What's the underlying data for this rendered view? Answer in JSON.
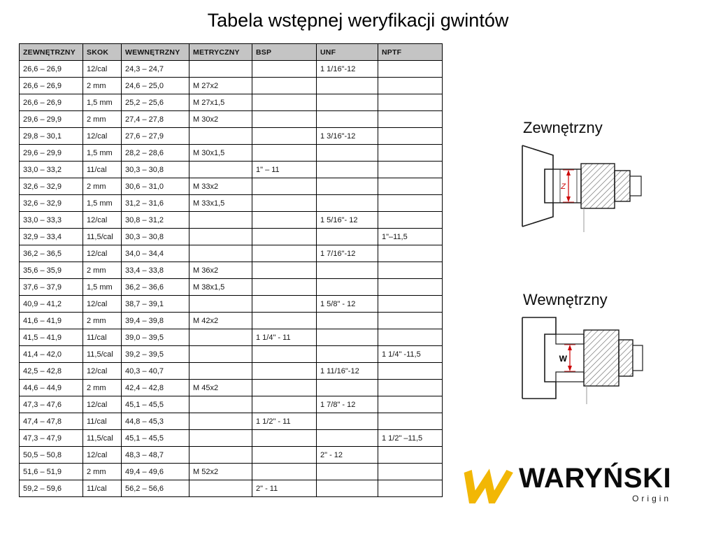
{
  "title": "Tabela wstępnej weryfikacji gwintów",
  "table": {
    "headers": [
      "ZEWNĘTRZNY",
      "SKOK",
      "WEWNĘTRZNY",
      "METRYCZNY",
      "BSP",
      "UNF",
      "NPTF"
    ],
    "rows": [
      [
        "26,6 – 26,9",
        "12/cal",
        "24,3 – 24,7",
        "",
        "",
        "1 1/16\"-12",
        ""
      ],
      [
        "26,6 – 26,9",
        "2 mm",
        "24,6 – 25,0",
        "M 27x2",
        "",
        "",
        ""
      ],
      [
        "26,6 – 26,9",
        "1,5 mm",
        "25,2 – 25,6",
        "M 27x1,5",
        "",
        "",
        ""
      ],
      [
        "29,6 – 29,9",
        "2 mm",
        "27,4 – 27,8",
        "M 30x2",
        "",
        "",
        ""
      ],
      [
        "29,8 – 30,1",
        "12/cal",
        "27,6 – 27,9",
        "",
        "",
        "1 3/16\"-12",
        ""
      ],
      [
        "29,6 – 29,9",
        "1,5 mm",
        "28,2 – 28,6",
        "M 30x1,5",
        "",
        "",
        ""
      ],
      [
        "33,0 – 33,2",
        "11/cal",
        "30,3 – 30,8",
        "",
        "1\" – 11",
        "",
        ""
      ],
      [
        "32,6 – 32,9",
        "2 mm",
        "30,6 – 31,0",
        "M 33x2",
        "",
        "",
        ""
      ],
      [
        "32,6 – 32,9",
        "1,5 mm",
        "31,2 – 31,6",
        "M 33x1,5",
        "",
        "",
        ""
      ],
      [
        "33,0 – 33,3",
        "12/cal",
        "30,8 – 31,2",
        "",
        "",
        "1 5/16\"- 12",
        ""
      ],
      [
        "32,9 – 33,4",
        "11,5/cal",
        "30,3 – 30,8",
        "",
        "",
        "",
        "1\"–11,5"
      ],
      [
        "36,2 – 36,5",
        "12/cal",
        "34,0 – 34,4",
        "",
        "",
        "1 7/16\"-12",
        ""
      ],
      [
        "35,6 – 35,9",
        "2 mm",
        "33,4 – 33,8",
        "M 36x2",
        "",
        "",
        ""
      ],
      [
        "37,6 – 37,9",
        "1,5 mm",
        "36,2 – 36,6",
        "M 38x1,5",
        "",
        "",
        ""
      ],
      [
        "40,9 – 41,2",
        "12/cal",
        "38,7 – 39,1",
        "",
        "",
        "1 5/8\" - 12",
        ""
      ],
      [
        "41,6 – 41,9",
        "2 mm",
        "39,4 – 39,8",
        "M 42x2",
        "",
        "",
        ""
      ],
      [
        "41,5 – 41,9",
        "11/cal",
        "39,0 – 39,5",
        "",
        "1 1/4\" - 11",
        "",
        ""
      ],
      [
        "41,4 – 42,0",
        "11,5/cal",
        "39,2 – 39,5",
        "",
        "",
        "",
        "1 1/4\" -11,5"
      ],
      [
        "42,5 – 42,8",
        "12/cal",
        "40,3 – 40,7",
        "",
        "",
        "1 11/16\"-12",
        ""
      ],
      [
        "44,6 – 44,9",
        "2 mm",
        "42,4 – 42,8",
        "M 45x2",
        "",
        "",
        ""
      ],
      [
        "47,3 – 47,6",
        "12/cal",
        "45,1 – 45,5",
        "",
        "",
        "1 7/8\" - 12",
        ""
      ],
      [
        "47,4 – 47,8",
        "11/cal",
        "44,8 – 45,3",
        "",
        "1 1/2\" - 11",
        "",
        ""
      ],
      [
        "47,3 – 47,9",
        "11,5/cal",
        "45,1 – 45,5",
        "",
        "",
        "",
        "1 1/2\" –11,5"
      ],
      [
        "50,5 – 50,8",
        "12/cal",
        "48,3 – 48,7",
        "",
        "",
        "2\" - 12",
        ""
      ],
      [
        "51,6 – 51,9",
        "2 mm",
        "49,4 – 49,6",
        "M 52x2",
        "",
        "",
        ""
      ],
      [
        "59,2 – 59,6",
        "11/cal",
        "56,2 – 56,6",
        "",
        "2\" - 11",
        "",
        ""
      ]
    ]
  },
  "diagrams": {
    "external": {
      "label": "Zewnętrzny",
      "dim": "Z"
    },
    "internal": {
      "label": "Wewnętrzny",
      "dim": "W"
    }
  },
  "logo": {
    "brand": "WARYŃSKI",
    "origin": "Origin"
  },
  "colors": {
    "header_bg": "#c4c4c4",
    "border": "#000000",
    "dimension_red": "#cc0000",
    "brand_yellow": "#f2b705"
  }
}
